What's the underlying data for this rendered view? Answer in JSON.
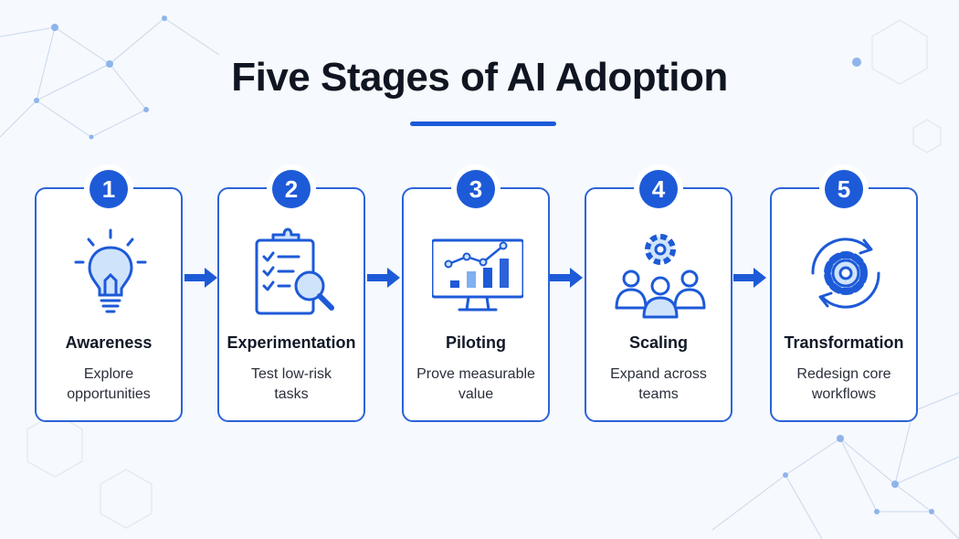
{
  "title": "Five Stages of AI Adoption",
  "colors": {
    "accent": "#1d5ad8",
    "icon_fill": "#cfe3fb",
    "text": "#111826"
  },
  "stages": [
    {
      "number": "1",
      "title": "Awareness",
      "desc_line1": "Explore",
      "desc_line2": "opportunities",
      "icon": "lightbulb-icon"
    },
    {
      "number": "2",
      "title": "Experimentation",
      "desc_line1": "Test low-risk",
      "desc_line2": "tasks",
      "icon": "clipboard-magnifier-icon"
    },
    {
      "number": "3",
      "title": "Piloting",
      "desc_line1": "Prove measurable",
      "desc_line2": "value",
      "icon": "monitor-chart-icon"
    },
    {
      "number": "4",
      "title": "Scaling",
      "desc_line1": "Expand across",
      "desc_line2": "teams",
      "icon": "team-gear-icon"
    },
    {
      "number": "5",
      "title": "Transformation",
      "desc_line1": "Redesign core",
      "desc_line2": "workflows",
      "icon": "gear-cycle-icon"
    }
  ]
}
